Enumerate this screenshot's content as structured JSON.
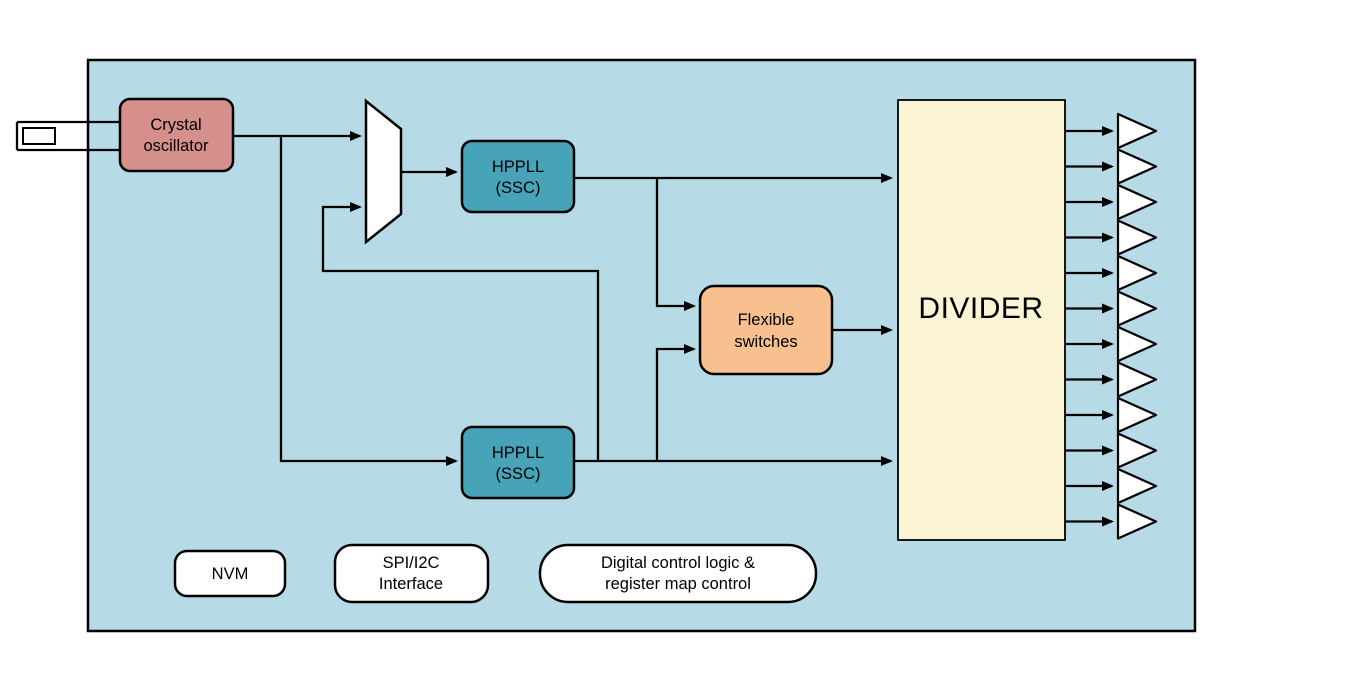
{
  "diagram": {
    "type": "block-diagram",
    "description": "Clock generator chip block diagram",
    "background_fill": "#b6dbe6",
    "line_color": "#000000",
    "nodes": {
      "crystal_oscillator": {
        "lines": [
          "Crystal",
          "oscillator"
        ],
        "fill": "#d6908c"
      },
      "hppll_top": {
        "lines": [
          "HPPLL",
          "(SSC)"
        ],
        "fill": "#47a4b8"
      },
      "hppll_bottom": {
        "lines": [
          "HPPLL",
          "(SSC)"
        ],
        "fill": "#47a4b8"
      },
      "flexible_switches": {
        "lines": [
          "Flexible",
          "switches"
        ],
        "fill": "#f7c08e"
      },
      "divider": {
        "label": "DIVIDER",
        "fill": "#fbf4d4"
      },
      "nvm": {
        "label": "NVM",
        "fill": "#ffffff"
      },
      "spi_i2c_interface": {
        "lines": [
          "SPI/I2C",
          "Interface"
        ],
        "fill": "#ffffff"
      },
      "digital_control": {
        "lines": [
          "Digital control logic &",
          "register map control"
        ],
        "fill": "#ffffff"
      }
    },
    "icons": {
      "crystal": "crystal-resonator-icon",
      "mux": "mux-trapezoid",
      "output_buffer": "output-buffer-triangle-icon"
    },
    "outputs": {
      "count": 12
    }
  }
}
